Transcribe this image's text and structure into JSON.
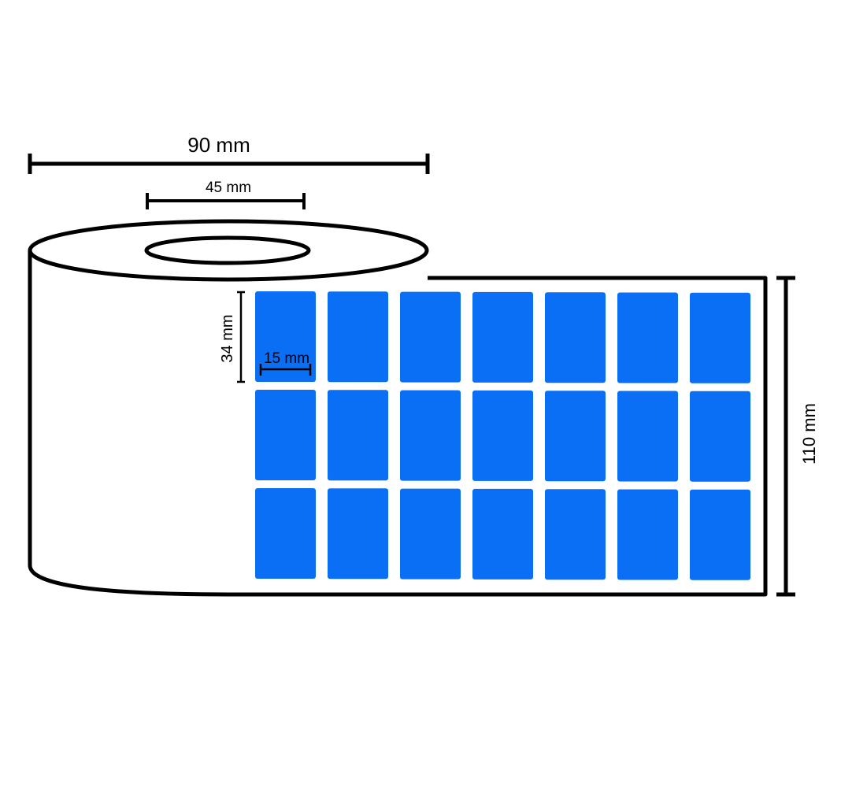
{
  "dimensions": {
    "roll_width": "90 mm",
    "core_diameter": "45 mm",
    "liner_width": "110 mm",
    "label_height": "34 mm",
    "label_width": "15 mm"
  },
  "labels": {
    "rows": 3,
    "columns": 7
  },
  "colors": {
    "label_fill": "#0a6ff5",
    "outline": "#000000",
    "background": "#ffffff"
  }
}
